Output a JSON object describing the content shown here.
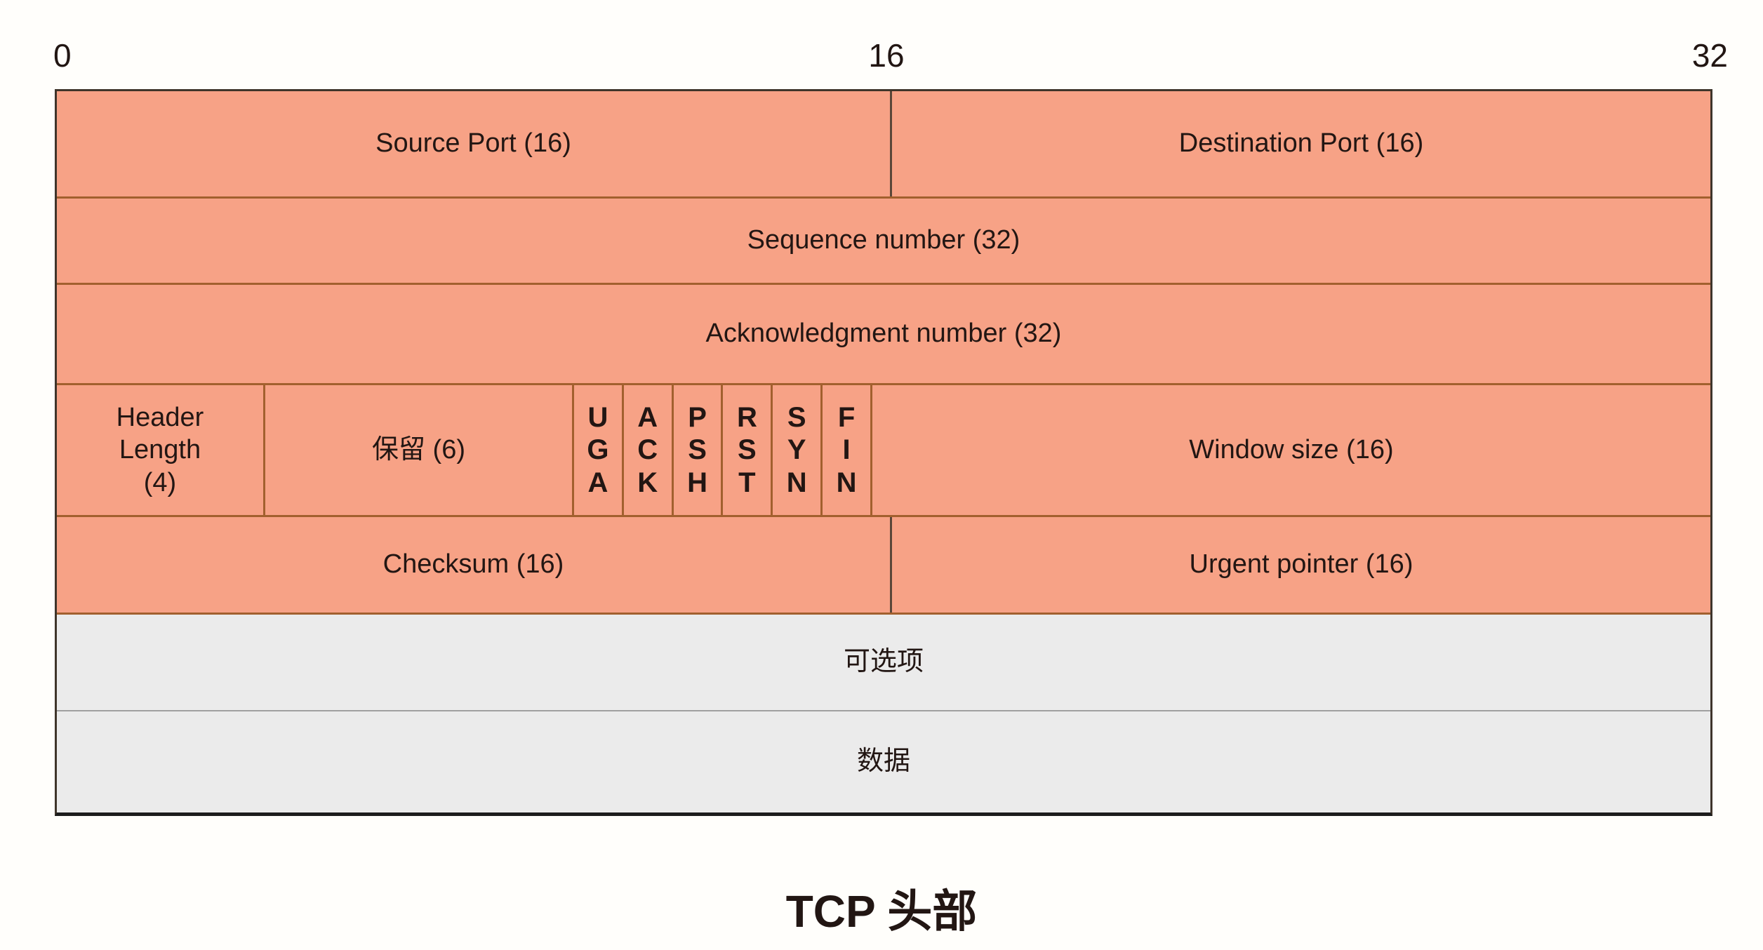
{
  "diagram": {
    "bit_labels": [
      "0",
      "16",
      "32"
    ],
    "row1": {
      "source_port": "Source Port (16)",
      "destination_port": "Destination Port (16)"
    },
    "row2": {
      "sequence_number": "Sequence number (32)"
    },
    "row3": {
      "acknowledgment_number": "Acknowledgment number (32)"
    },
    "row4": {
      "header_length_lines": [
        "Header",
        "Length",
        "(4)"
      ],
      "reserved": "保留 (6)",
      "flags": [
        [
          "U",
          "G",
          "A"
        ],
        [
          "A",
          "C",
          "K"
        ],
        [
          "P",
          "S",
          "H"
        ],
        [
          "R",
          "S",
          "T"
        ],
        [
          "S",
          "Y",
          "N"
        ],
        [
          "F",
          "I",
          "N"
        ]
      ],
      "window_size": "Window size (16)"
    },
    "row5": {
      "checksum": "Checksum (16)",
      "urgent_pointer": "Urgent pointer (16)"
    },
    "row6": {
      "options": "可选项"
    },
    "row7": {
      "data": "数据"
    },
    "title": "TCP 头部",
    "colors": {
      "field_fill": "#f7a286",
      "optional_fill": "#ebebeb",
      "line_brown": "#a2602e",
      "divider_dark": "#5a4638",
      "gray_line": "#a0a0a0",
      "outer_border": "#3f352b",
      "bottom_border": "#1d1d1d",
      "text": "#221613",
      "background": "#fffefb"
    }
  }
}
